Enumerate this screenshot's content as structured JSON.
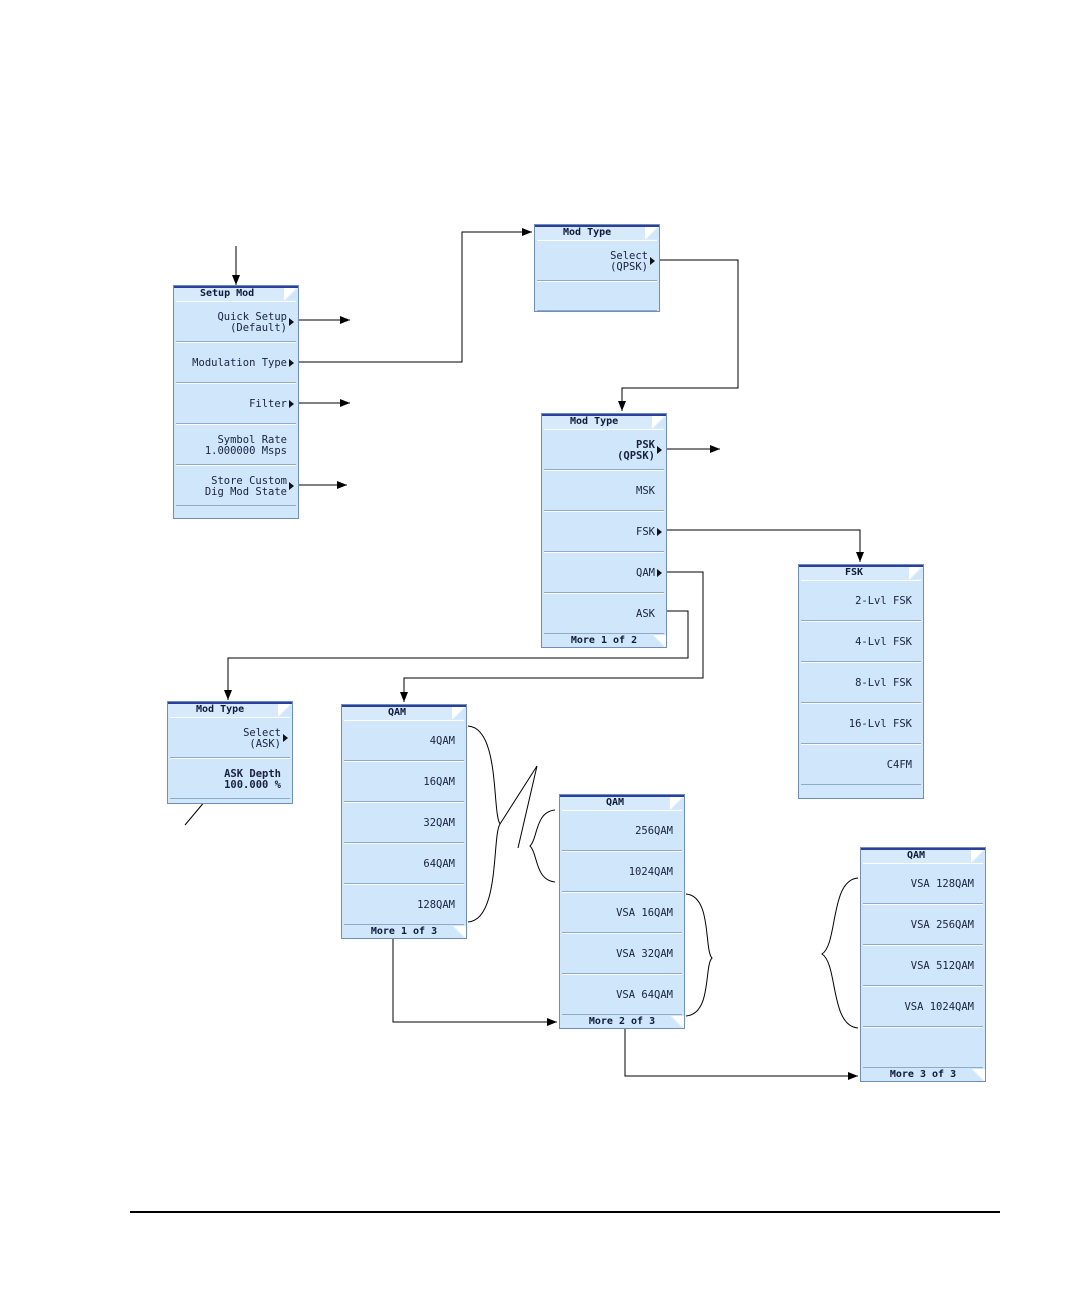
{
  "setup_mod": {
    "title": "Setup Mod",
    "keys": [
      {
        "line1": "Quick Setup",
        "line2": "(Default)"
      },
      {
        "line1": "Modulation Type",
        "line2": ""
      },
      {
        "line1": "Filter",
        "line2": ""
      },
      {
        "line1": "Symbol Rate",
        "line2": "1.000000 Msps"
      },
      {
        "line1": "Store Custom",
        "line2": "Dig Mod State"
      }
    ]
  },
  "mod_type_select": {
    "title": "Mod Type",
    "keys": [
      {
        "line1": "Select",
        "line2": "(QPSK)"
      }
    ]
  },
  "mod_type_list": {
    "title": "Mod Type",
    "keys": [
      {
        "line1": "PSK",
        "line2": "(QPSK)"
      },
      {
        "line1": "MSK",
        "line2": ""
      },
      {
        "line1": "FSK",
        "line2": ""
      },
      {
        "line1": "QAM",
        "line2": ""
      },
      {
        "line1": "ASK",
        "line2": ""
      }
    ],
    "footer": "More 1 of 2"
  },
  "fsk": {
    "title": "FSK",
    "keys": [
      "2-Lvl FSK",
      "4-Lvl FSK",
      "8-Lvl FSK",
      "16-Lvl FSK",
      "C4FM"
    ]
  },
  "ask": {
    "title": "Mod Type",
    "keys": [
      {
        "line1": "Select",
        "line2": "(ASK)"
      },
      {
        "line1": "ASK Depth",
        "line2": "100.000 %"
      }
    ]
  },
  "qam1": {
    "title": "QAM",
    "keys": [
      "4QAM",
      "16QAM",
      "32QAM",
      "64QAM",
      "128QAM"
    ],
    "footer": "More 1 of 3"
  },
  "qam2": {
    "title": "QAM",
    "keys": [
      "256QAM",
      "1024QAM",
      "VSA 16QAM",
      "VSA 32QAM",
      "VSA 64QAM"
    ],
    "footer": "More 2 of 3"
  },
  "qam3": {
    "title": "QAM",
    "keys": [
      "VSA 128QAM",
      "VSA 256QAM",
      "VSA 512QAM",
      "VSA 1024QAM",
      ""
    ],
    "footer": "More 3 of 3"
  }
}
